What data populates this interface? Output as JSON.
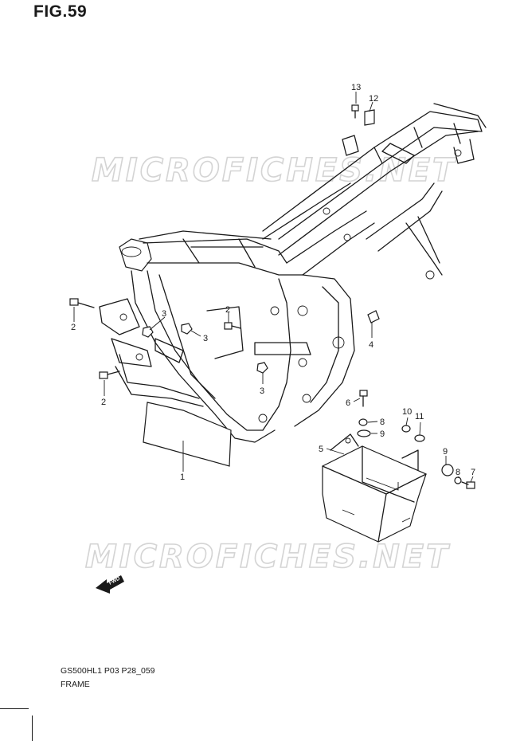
{
  "figure": {
    "title": "FIG.59"
  },
  "watermarks": [
    "MICROFICHES.NET",
    "MICROFICHES.NET"
  ],
  "callouts": [
    {
      "id": "c13",
      "label": "13"
    },
    {
      "id": "c12",
      "label": "12"
    },
    {
      "id": "c2a",
      "label": "2"
    },
    {
      "id": "c2b",
      "label": "2"
    },
    {
      "id": "c2c",
      "label": "2"
    },
    {
      "id": "c3a",
      "label": "3"
    },
    {
      "id": "c3b",
      "label": "3"
    },
    {
      "id": "c3c",
      "label": "3"
    },
    {
      "id": "c4",
      "label": "4"
    },
    {
      "id": "c1",
      "label": "1"
    },
    {
      "id": "c6",
      "label": "6"
    },
    {
      "id": "c8a",
      "label": "8"
    },
    {
      "id": "c9a",
      "label": "9"
    },
    {
      "id": "c10",
      "label": "10"
    },
    {
      "id": "c11",
      "label": "11"
    },
    {
      "id": "c5",
      "label": "5"
    },
    {
      "id": "c9b",
      "label": "9"
    },
    {
      "id": "c8b",
      "label": "8"
    },
    {
      "id": "c7",
      "label": "7"
    }
  ],
  "direction_badge": {
    "label": "FWD"
  },
  "footer": {
    "model_code": "GS500HL1 P03 P28_059",
    "caption": "FRAME"
  }
}
